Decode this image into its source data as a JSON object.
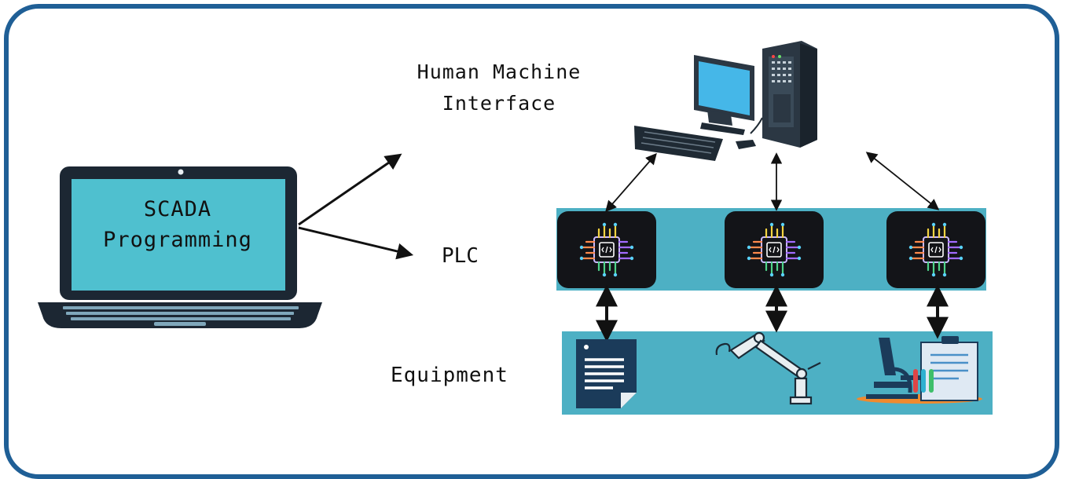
{
  "labels": {
    "hmi_line1": "Human Machine",
    "hmi_line2": "Interface",
    "plc": "PLC",
    "equipment": "Equipment",
    "laptop_line1": "SCADA",
    "laptop_line2": "Programming"
  },
  "colors": {
    "frame": "#1f5f96",
    "band": "#4db0c4",
    "laptop_screen": "#4fc0cf",
    "device_dark": "#1c2733"
  },
  "icons": {
    "laptop": "laptop-icon",
    "hmi": "desktop-computer-icon",
    "plc": "microchip-icon",
    "document": "document-icon",
    "robot_arm": "robotic-arm-icon",
    "microscope": "microscope-lab-icon"
  }
}
